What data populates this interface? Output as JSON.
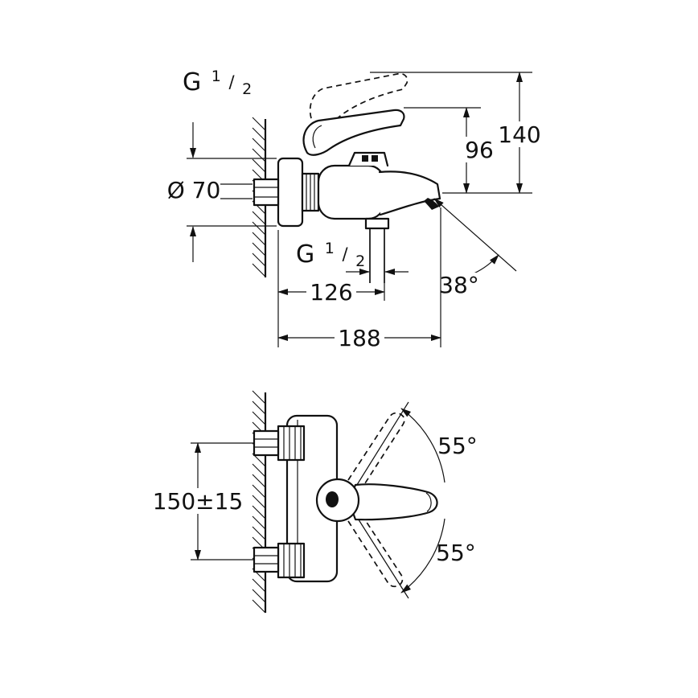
{
  "page": {
    "background": "#ffffff",
    "line_color": "#111111"
  },
  "top_view": {
    "thread_top": {
      "base": "G",
      "num": "1",
      "slash": "/",
      "den": "2"
    },
    "thread_bottom": {
      "base": "G",
      "num": "1",
      "slash": "/",
      "den": "2"
    },
    "dim_diameter": "Ø 70",
    "dim_96": "96",
    "dim_140": "140",
    "dim_126": "126",
    "dim_188": "188",
    "angle_38": "38°"
  },
  "bottom_view": {
    "dim_150": "150±15",
    "angle_55_top": "55°",
    "angle_55_bottom": "55°"
  }
}
